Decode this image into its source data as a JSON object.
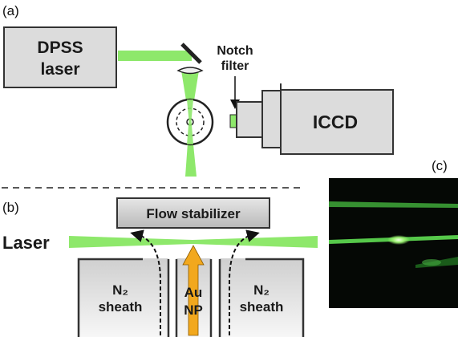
{
  "panels": {
    "a": "(a)",
    "b": "(b)",
    "c": "(c)"
  },
  "labels": {
    "dpss_line1": "DPSS",
    "dpss_line2": "laser",
    "notch_line1": "Notch",
    "notch_line2": "filter",
    "iccd": "ICCD",
    "flow_stabilizer": "Flow stabilizer",
    "laser": "Laser",
    "sheath_left_line1": "N₂",
    "sheath_left_line2": "sheath",
    "sheath_right_line1": "N₂",
    "sheath_right_line2": "sheath",
    "au_line1": "Au",
    "au_line2": "NP"
  },
  "colors": {
    "laser_green": "#8ee86b",
    "box_fill": "#dcdcdc",
    "box_stroke": "#333333",
    "au_arrow": "#f2a81d",
    "photo_bg": "#050805"
  }
}
